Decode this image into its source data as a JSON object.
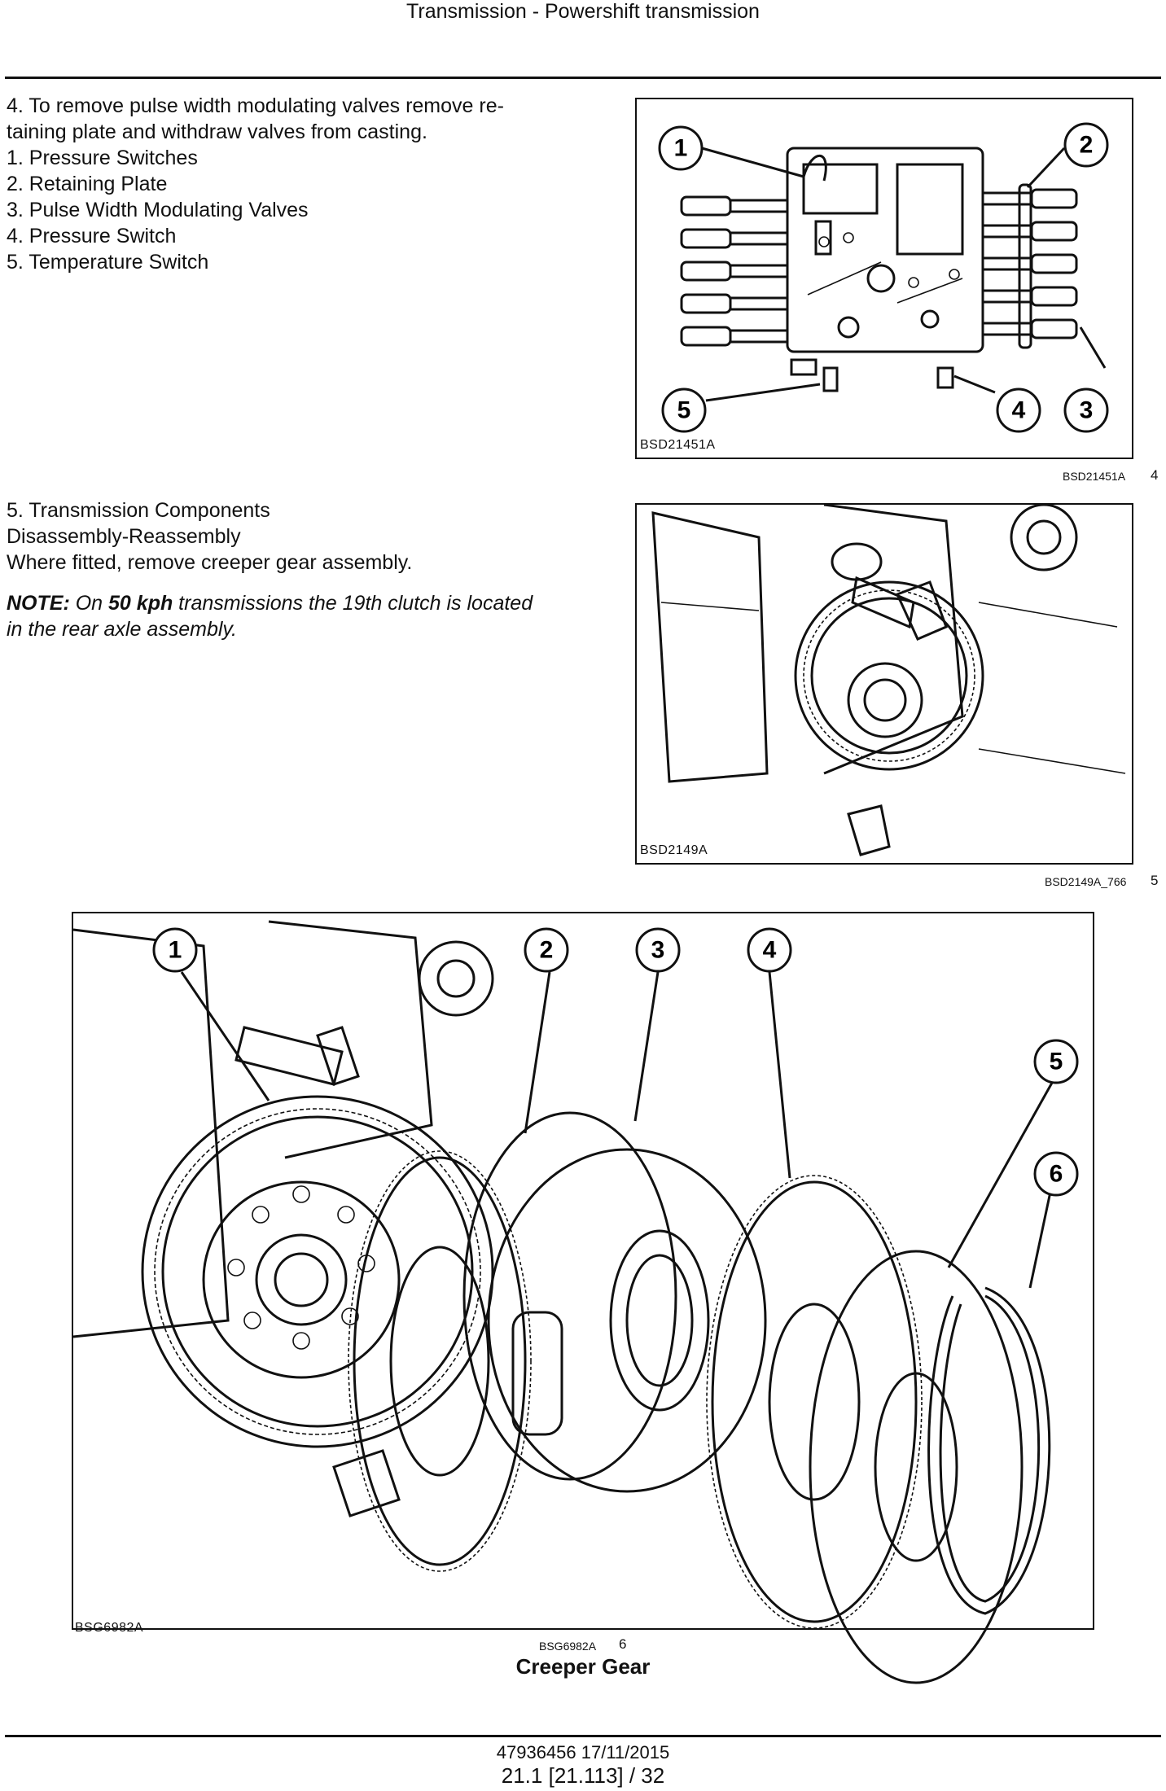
{
  "header": {
    "title": "Transmission - Powershift transmission"
  },
  "step4": {
    "lines": [
      "4.  To remove pulse width modulating valves remove re-",
      "     taining plate and withdraw valves from casting.",
      "     1.  Pressure Switches",
      "     2.  Retaining Plate",
      "     3.  Pulse Width Modulating Valves",
      "     4.  Pressure Switch",
      "     5.  Temperature Switch"
    ]
  },
  "figure4": {
    "inner_code": "BSD21451A",
    "caption_code": "BSD21451A",
    "number": "4",
    "callouts": [
      "1",
      "2",
      "3",
      "4",
      "5"
    ]
  },
  "step5": {
    "lines": [
      "5.  Transmission Components",
      "     Disassembly-Reassembly",
      "     Where fitted, remove creeper gear assembly."
    ]
  },
  "note": {
    "label": "NOTE:",
    "pre": " On ",
    "bold": "50 kph",
    "post": " transmissions the 19th clutch is located",
    "line2": "in the rear axle assembly."
  },
  "figure5": {
    "inner_code": "BSD2149A",
    "caption_code": "BSD2149A_766",
    "number": "5"
  },
  "figure6": {
    "inner_code": "BSG6982A",
    "caption_code": "BSG6982A",
    "number": "6",
    "title": "Creeper Gear",
    "callouts": [
      "1",
      "2",
      "3",
      "4",
      "5",
      "6"
    ]
  },
  "footer": {
    "doc_line": "47936456 17/11/2015",
    "page_line": "21.1 [21.113] / 32"
  }
}
